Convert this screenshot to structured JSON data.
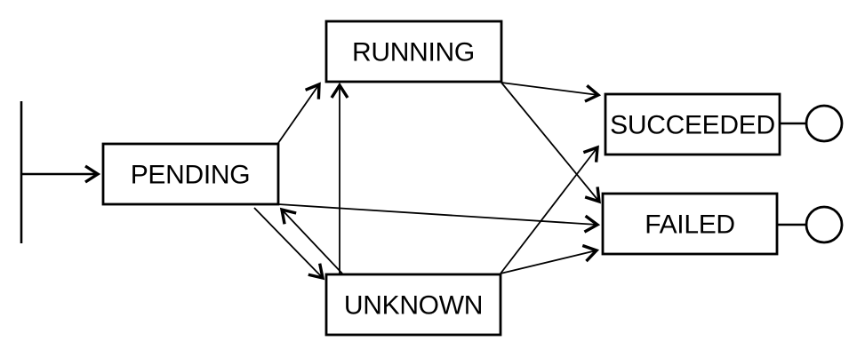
{
  "diagram": {
    "type": "state-diagram",
    "colors": {
      "stroke": "#000000",
      "background": "#ffffff",
      "text": "#000000"
    },
    "states": [
      {
        "id": "pending",
        "label": "PENDING",
        "terminal": false
      },
      {
        "id": "running",
        "label": "RUNNING",
        "terminal": false
      },
      {
        "id": "unknown",
        "label": "UNKNOWN",
        "terminal": false
      },
      {
        "id": "succeeded",
        "label": "SUCCEEDED",
        "terminal": true
      },
      {
        "id": "failed",
        "label": "FAILED",
        "terminal": true
      }
    ],
    "start_marker": {
      "shape": "vertical-bar",
      "connects_to": "pending"
    },
    "end_markers": [
      {
        "shape": "circle",
        "attached_to": "succeeded"
      },
      {
        "shape": "circle",
        "attached_to": "failed"
      }
    ],
    "transitions": [
      {
        "from": "start",
        "to": "pending"
      },
      {
        "from": "pending",
        "to": "running"
      },
      {
        "from": "pending",
        "to": "unknown"
      },
      {
        "from": "pending",
        "to": "failed"
      },
      {
        "from": "unknown",
        "to": "pending"
      },
      {
        "from": "unknown",
        "to": "running"
      },
      {
        "from": "unknown",
        "to": "succeeded"
      },
      {
        "from": "unknown",
        "to": "failed"
      },
      {
        "from": "running",
        "to": "succeeded"
      },
      {
        "from": "running",
        "to": "failed"
      },
      {
        "from": "succeeded",
        "to": "end"
      },
      {
        "from": "failed",
        "to": "end"
      }
    ]
  }
}
